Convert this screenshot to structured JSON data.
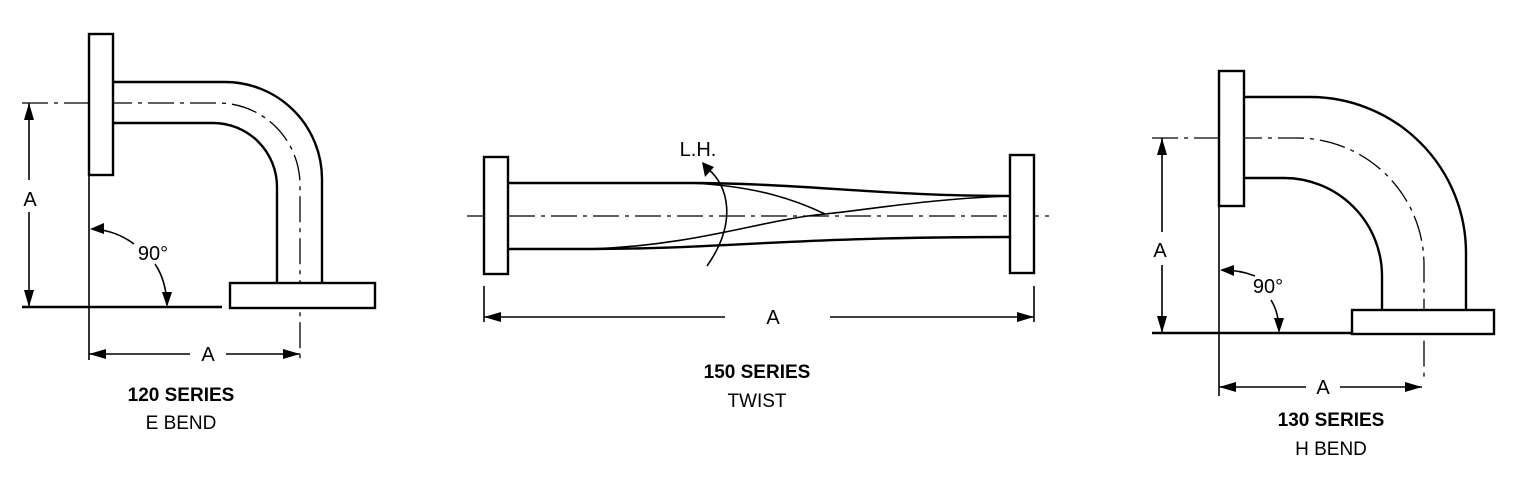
{
  "e_bend": {
    "series": "120 SERIES",
    "type": "E BEND",
    "dim_vertical": "A",
    "dim_horizontal": "A",
    "angle": "90°"
  },
  "twist": {
    "series": "150 SERIES",
    "type": "TWIST",
    "dim": "A",
    "direction": "L.H."
  },
  "h_bend": {
    "series": "130 SERIES",
    "type": "H BEND",
    "dim_vertical": "A",
    "dim_horizontal": "A",
    "angle": "90°"
  }
}
